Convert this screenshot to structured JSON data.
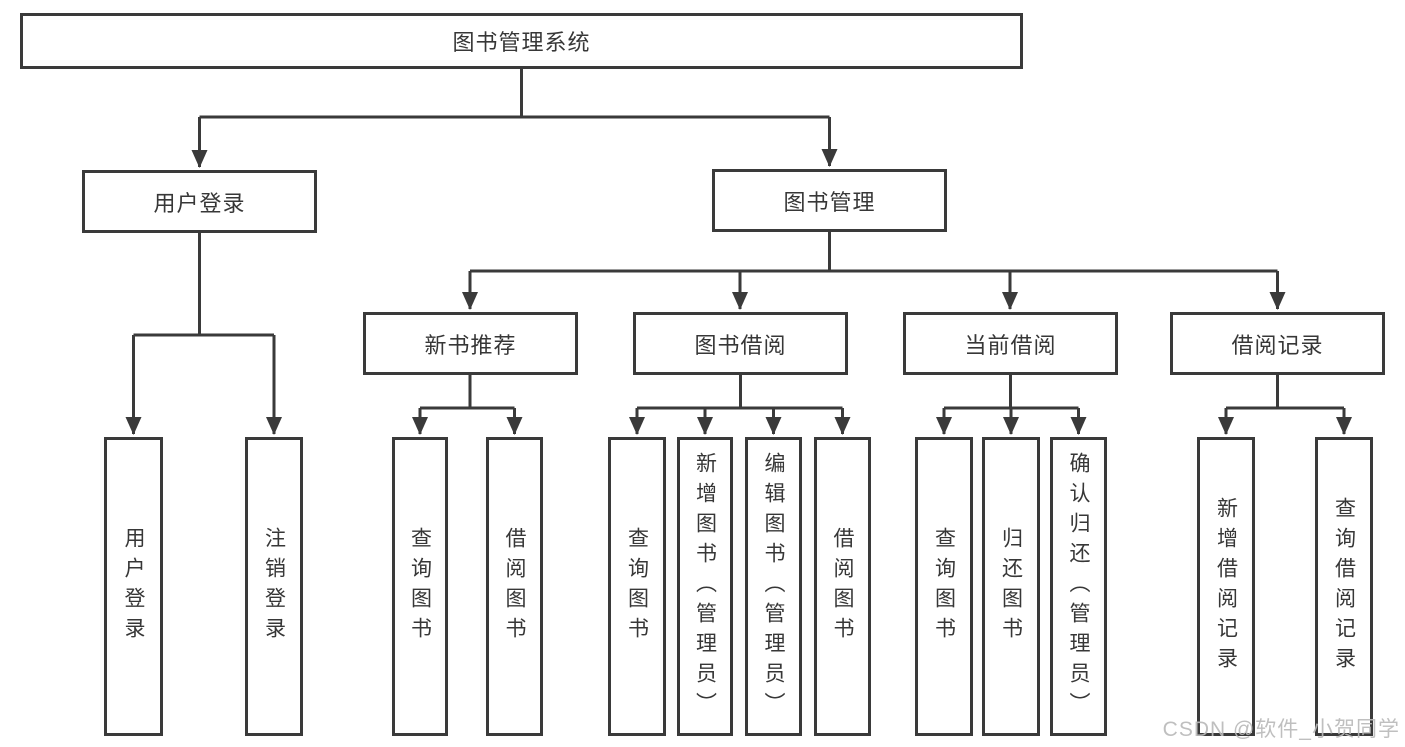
{
  "diagram": {
    "title": "图书管理系统",
    "colors": {
      "line": "#3a3a3a",
      "text": "#373737",
      "background": "#ffffff",
      "watermark": "#bababa"
    },
    "nodes": [
      {
        "id": "root",
        "label": "图书管理系统",
        "level": 1,
        "parent": null
      },
      {
        "id": "user-login",
        "label": "用户登录",
        "level": 2,
        "parent": "root"
      },
      {
        "id": "book-mgmt",
        "label": "图书管理",
        "level": 2,
        "parent": "root"
      },
      {
        "id": "new-book-rec",
        "label": "新书推荐",
        "level": 3,
        "parent": "book-mgmt"
      },
      {
        "id": "book-borrow",
        "label": "图书借阅",
        "level": 3,
        "parent": "book-mgmt"
      },
      {
        "id": "current-borrow",
        "label": "当前借阅",
        "level": 3,
        "parent": "book-mgmt"
      },
      {
        "id": "borrow-records",
        "label": "借阅记录",
        "level": 3,
        "parent": "book-mgmt"
      },
      {
        "id": "leaf-user-login",
        "label": "用户登录",
        "level": 4,
        "parent": "user-login"
      },
      {
        "id": "leaf-logout",
        "label": "注销登录",
        "level": 4,
        "parent": "user-login"
      },
      {
        "id": "leaf-nb-query",
        "label": "查询图书",
        "level": 4,
        "parent": "new-book-rec"
      },
      {
        "id": "leaf-nb-borrow",
        "label": "借阅图书",
        "level": 4,
        "parent": "new-book-rec"
      },
      {
        "id": "leaf-bb-query",
        "label": "查询图书",
        "level": 4,
        "parent": "book-borrow"
      },
      {
        "id": "leaf-bb-add",
        "label": "新增图书（管理员）",
        "level": 4,
        "parent": "book-borrow"
      },
      {
        "id": "leaf-bb-edit",
        "label": "编辑图书（管理员）",
        "level": 4,
        "parent": "book-borrow"
      },
      {
        "id": "leaf-bb-borrow",
        "label": "借阅图书",
        "level": 4,
        "parent": "book-borrow"
      },
      {
        "id": "leaf-cb-query",
        "label": "查询图书",
        "level": 4,
        "parent": "current-borrow"
      },
      {
        "id": "leaf-cb-return",
        "label": "归还图书",
        "level": 4,
        "parent": "current-borrow"
      },
      {
        "id": "leaf-cb-confirm",
        "label": "确认归还（管理员）",
        "level": 4,
        "parent": "current-borrow"
      },
      {
        "id": "leaf-br-add",
        "label": "新增借阅记录",
        "level": 4,
        "parent": "borrow-records"
      },
      {
        "id": "leaf-br-query",
        "label": "查询借阅记录",
        "level": 4,
        "parent": "borrow-records"
      }
    ]
  },
  "watermark": {
    "text": "CSDN @软件_小贺同学"
  }
}
